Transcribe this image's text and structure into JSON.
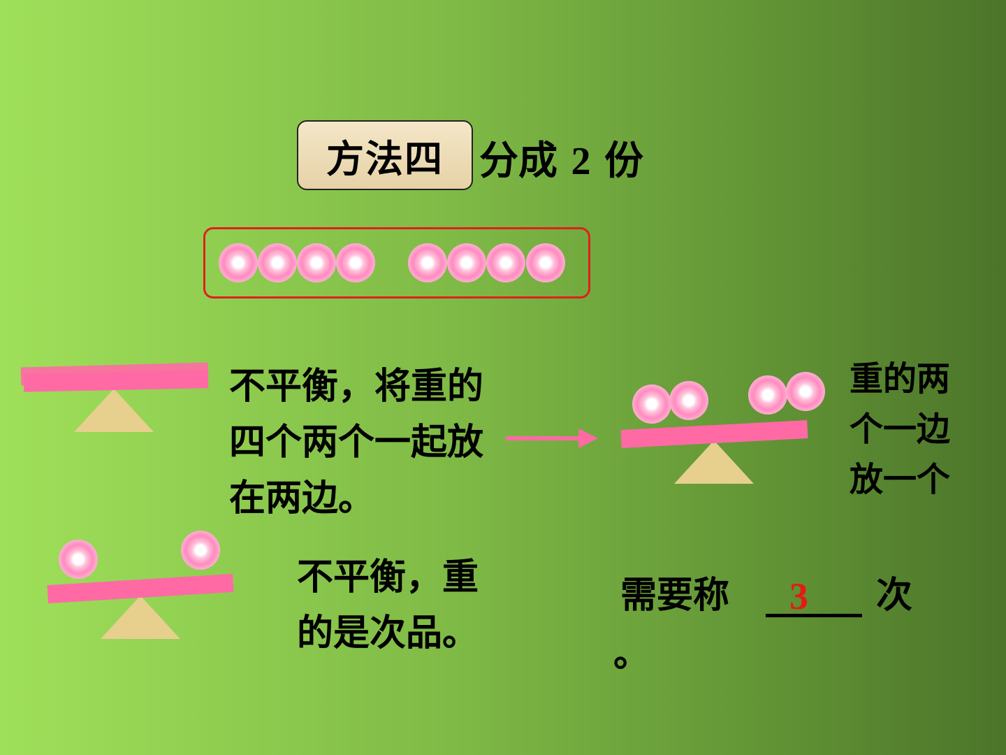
{
  "heading": {
    "method_label": "方法四",
    "split_text": "分成",
    "split_number": "2",
    "split_unit": "份"
  },
  "balls": {
    "group_left_count": 4,
    "group_right_count": 4
  },
  "step1": {
    "line1": "不平衡，将重的",
    "line2": "四个两个一起放",
    "line3": "在两边。"
  },
  "step2": {
    "line1": "重的两",
    "line2": "个一边",
    "line3": "放一个"
  },
  "step3": {
    "line1": "不平衡，重",
    "line2": "的是次品。"
  },
  "answer": {
    "prefix": "需要称",
    "value": "3",
    "suffix": "次",
    "end_mark": "。"
  },
  "colors": {
    "beam": "#ff6aa5",
    "frame": "#e0201c",
    "answer": "#e31b14",
    "pivot": "#e7cf8e"
  }
}
